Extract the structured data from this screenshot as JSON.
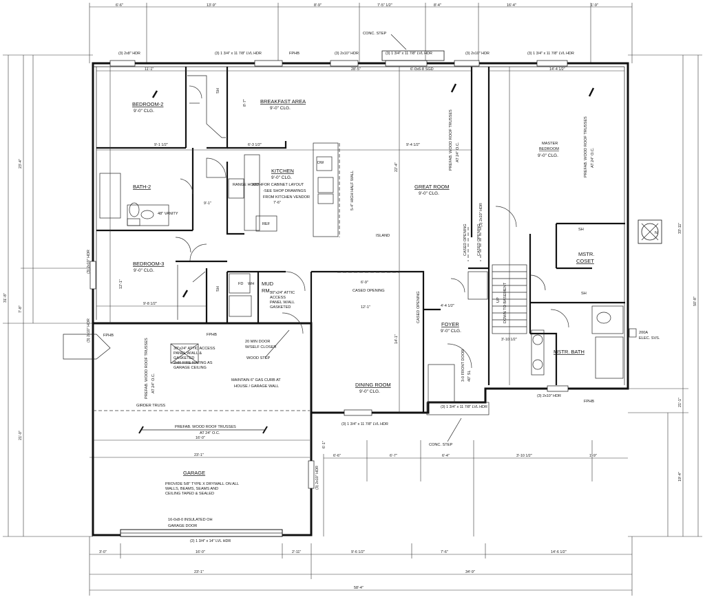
{
  "rooms": {
    "bedroom2": {
      "name": "BEDROOM-2",
      "clg": "9'-0\" CLG."
    },
    "breakfast": {
      "name": "BREAKFAST AREA",
      "clg": "9'-0\" CLG."
    },
    "kitchen": {
      "name": "KITCHEN",
      "clg": "9'-0\" CLG."
    },
    "bath2": {
      "name": "BATH-2"
    },
    "bedroom3": {
      "name": "BEDROOM-3",
      "clg": "9'-0\" CLG."
    },
    "mud": {
      "name": "MUD",
      "name2": "RM."
    },
    "great": {
      "name": "GREAT ROOM",
      "clg": "9'-0\" CLG."
    },
    "master": {
      "name": "MASTER",
      "name2": "BEDROOM",
      "clg": "9'-0\" CLG."
    },
    "closet": {
      "name": "MSTR.",
      "name2": "COSET"
    },
    "mbath": {
      "name": "MSTR. BATH"
    },
    "foyer": {
      "name": "FOYER",
      "clg": "9'-0\" CLG."
    },
    "dining": {
      "name": "DINING ROOM",
      "clg": "9'-0\" CLG."
    },
    "garage": {
      "name": "GARAGE"
    },
    "island": {
      "name": "ISLAND"
    }
  },
  "notes": {
    "conc_step_top": "CONC. STEP",
    "conc_step_bottom": "CONC. STEP",
    "sgd": "6'-0x6-8 SGD",
    "cabinet_1": "WITHFOR CABINET LAYOUT",
    "cabinet_2": "-SEE SHOP DRAWINGS",
    "cabinet_3": "FROM KITCHEN VENDOR",
    "half_wall": "5-4\" HIGH HALF WALL",
    "range_hood": "RANGE HOOD",
    "ref": "REF",
    "dw": "DW",
    "vanity": "48\" VANITY",
    "cased_1": "CASED OPENING",
    "cased_2": "CASED OPENING",
    "cased_3": "CASED OPENING",
    "cased_4": "CASED OPENING",
    "fire_door_1": "20 MIN DOOR",
    "fire_door_2": "W/SELF CLOSER",
    "wood_step": "WOOD STEP",
    "garage_curb_1": "MAINTAIN 6\" GAS CURB AT",
    "garage_curb_2": "HOUSE / GARAGE WALL",
    "attic_g_1": "30\"x24\" ATTIC ACCESS",
    "attic_g_2": "PANEL W/ALL &",
    "attic_g_3": "GASKETED",
    "attic_g_4": "2HR FIRE RATING AS",
    "attic_g_5": "GARAGE CEILING",
    "attic_m_1": "30\"x24\" ATTIC",
    "attic_m_2": "ACCESS",
    "attic_m_3": "PANEL W/ALL",
    "attic_m_4": "GASKETED",
    "girder": "GIRDER TRUSS",
    "trusses_garage_1": "PREFAB. WOOD ROOF TRUSSES",
    "trusses_garage_2": "AT 24\" O.C.",
    "trusses_left_1": "PREFAB. WOOD ROOF TRUSSES",
    "trusses_left_2": "AT 24\" O.C.",
    "trusses_great_1": "PREFAB. WOOD ROOF TRUSSES",
    "trusses_great_2": "AT 24\" O.C.",
    "trusses_master_1": "PREFAB. WOOD ROOF TRUSSES",
    "trusses_master_2": "AT 24\" O.C.",
    "drywall_1": "PROVIDE 5/8\" TYPE X DRYWALL ON ALL",
    "drywall_2": "WALLS, BEAMS, SEAMS AND",
    "drywall_3": "CEILING TAPED & SEALED",
    "garage_door_1": "16-0x8-0 INSULATED OH",
    "garage_door_2": "GARAGE DOOR",
    "front_door": "3-0 FRONT DOOR",
    "front_door_2": "40\" SL",
    "elec": "200A",
    "elec_2": "ELEC. SVS.",
    "down": "DOWN TO BASEMENT",
    "up": "UP",
    "fd": "FD",
    "wh": "WH",
    "sh_1": "SH",
    "sh_2": "SH",
    "sh_3": "SH",
    "sh_4": "SH",
    "fphb_1": "FPHB",
    "fphb_2": "FPHB",
    "fphb_3": "FPHB",
    "fphb_4": "FPHB"
  },
  "headers": {
    "h1": "(3) 2x8\" HDR",
    "h2": "(3) 1 3/4\" x 11 7/8\" LVL HDR",
    "h3": "(3) 2x10\" HDR",
    "h4": "(3) 1 3/4\" x 11 7/8\" LVL HDR",
    "h5": "(3) 2x10\" HDR",
    "h6": "(3) 1 3/4\" x 11 7/8\" LVL HDR",
    "h7": "(3) 2x10\" HDR",
    "h8": "(3) 1 3/4\" x 11 7/8\" LVL HDR",
    "h9": "(3) 1 3/4\" x 11 7/8\" LVL HDR",
    "h10": "(2) 1 3/4\" x 14\" LVL HDR",
    "h11": "(3) 2x10\" HDR",
    "h12": "(3) 2x10\" HDR",
    "h13": "(3) 2x10\" HDR",
    "h14": "(3) 2x10\" HDR"
  },
  "dims": {
    "top": [
      "6'-6\"",
      "13'-9\"",
      "8'-9\"",
      "7'-5\" 1/2\"",
      "8'-4\"",
      "16'-4\"",
      "1'-9\""
    ],
    "bottom_1": [
      "3'-0\"",
      "16'-0\"",
      "2'-11\"",
      "9'-6 1/2\"",
      "7'-6\"",
      "14'-6 1/2\""
    ],
    "bottom_2": [
      "23'-1\"",
      "34'-9\""
    ],
    "bottom_3": "58'-4\"",
    "mid": [
      "6'-6\"",
      "6'-7\"",
      "6'-4\"",
      "3'-10 1/2\"",
      "1'-9\""
    ],
    "left": [
      "23'-4\"",
      "31'-8\"",
      "7'-8\"",
      "21'-0\""
    ],
    "right": [
      "33'-11\"",
      "50'-8\"",
      "21'-1\"",
      "19'-4\""
    ],
    "interior": {
      "d1": "11'-1\"",
      "d2": "28'-5\"",
      "d3": "14'-4 1/2\"",
      "d4": "9'-1 1/2\"",
      "d5": "6'-3 1/2\"",
      "d6": "9'-4 1/2\"",
      "d7": "9'-1\"",
      "d8": "7'-6\"",
      "d9": "9'-8 1/2\"",
      "d10": "6'-9\"",
      "d11": "12'-1\"",
      "d12": "4'-4 1/2\"",
      "d13": "14'-1\"",
      "d14": "22'-4\"",
      "d15": "3'-10 1/2\"",
      "d16": "23'-1\"",
      "d17": "16'-0\"",
      "d18": "6'-1\"",
      "d19": "8'-7\"",
      "d20": "12'-1\""
    }
  },
  "compass": {
    "label": "N"
  }
}
